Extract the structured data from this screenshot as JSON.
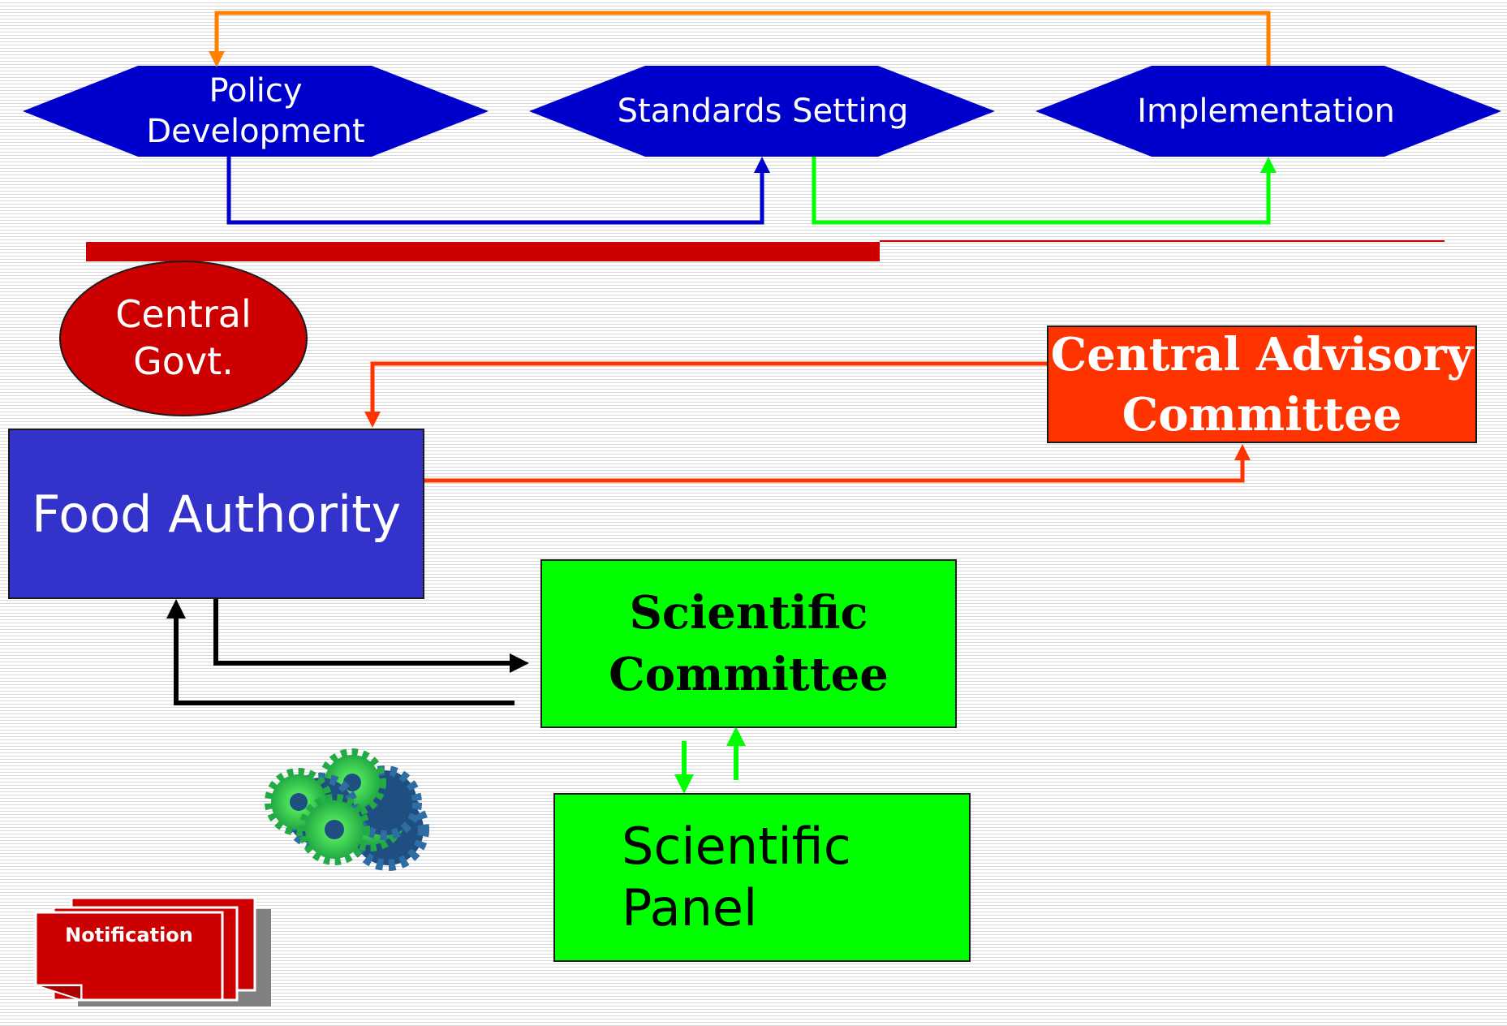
{
  "colors": {
    "hexagon": "#0000cc",
    "food_authority": "#3333cc",
    "central_advisory": "#ff3300",
    "scientific": "#00ff00",
    "govt": "#cc0000",
    "notification": "#cc0000",
    "arrow_orange": "#ff8000",
    "arrow_blue": "#0000cc",
    "arrow_green": "#00ff00",
    "arrow_red": "#ff3300",
    "arrow_black": "#000000"
  },
  "stages": [
    {
      "label": "Policy\nDevelopment"
    },
    {
      "label": "Standards Setting"
    },
    {
      "label": "Implementation"
    }
  ],
  "nodes": {
    "central_govt": "Central\nGovt.",
    "food_authority": "Food Authority",
    "central_advisory_committee": "Central Advisory\nCommittee",
    "scientific_committee": "Scientific\nCommittee",
    "scientific_panel": "Scientific\nPanel",
    "notification": "Notification"
  },
  "icons": {
    "gears": "gears-icon",
    "notification": "document-stack-icon"
  }
}
